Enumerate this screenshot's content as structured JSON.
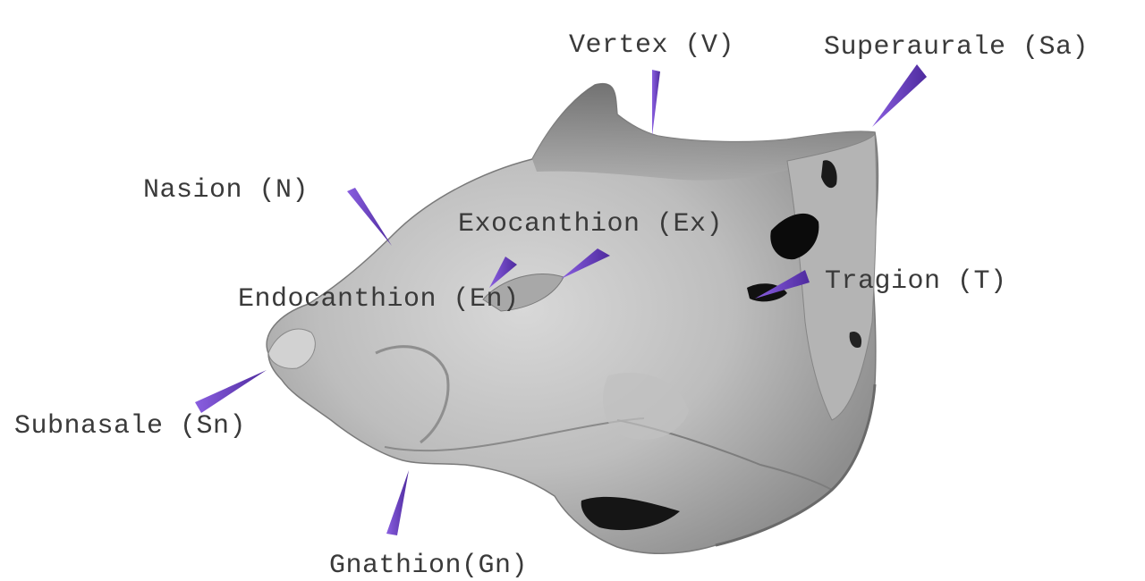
{
  "figure": {
    "landmarks": [
      {
        "id": "vertex",
        "label": "Vertex (V)"
      },
      {
        "id": "superaurale",
        "label": "Superaurale (Sa)"
      },
      {
        "id": "nasion",
        "label": "Nasion (N)"
      },
      {
        "id": "exocanthion",
        "label": "Exocanthion (Ex)"
      },
      {
        "id": "tragion",
        "label": "Tragion (T)"
      },
      {
        "id": "endocanthion",
        "label": "Endocanthion (En)"
      },
      {
        "id": "subnasale",
        "label": "Subnasale (Sn)"
      },
      {
        "id": "gnathion",
        "label": "Gnathion(Gn)"
      }
    ],
    "colors": {
      "marker": "#6a3fc0",
      "background": "#ffffff",
      "label_text": "#3a3a3a",
      "surface_light": "#c9c9c9",
      "surface_dark": "#6e6e6e"
    }
  }
}
